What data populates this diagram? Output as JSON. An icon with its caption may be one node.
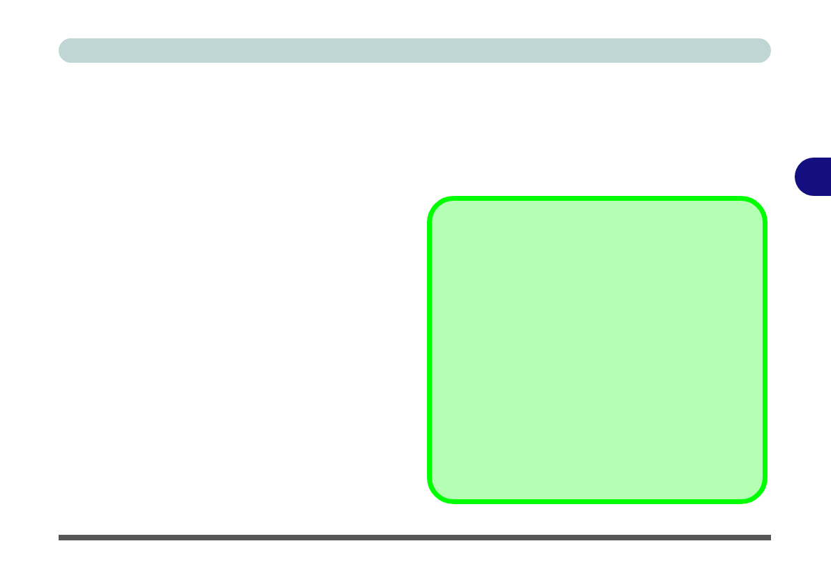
{
  "diagram": {
    "nodes": [
      {
        "text": [],
        "shape": "bar"
      },
      {
        "text": [],
        "shape": "tab"
      },
      {
        "text": [],
        "shape": "box"
      }
    ]
  }
}
